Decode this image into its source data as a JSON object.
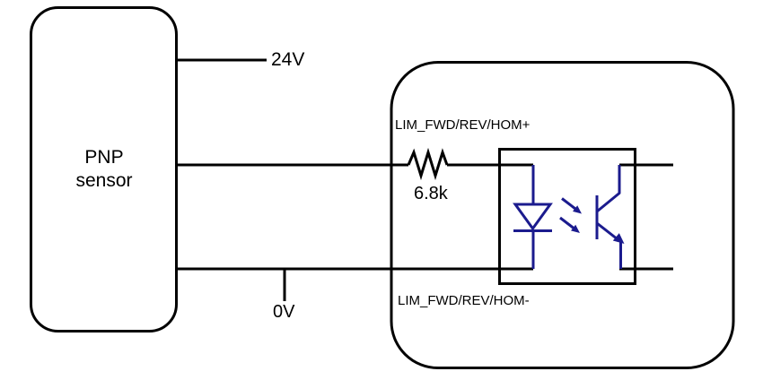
{
  "colors": {
    "bg": "#ffffff",
    "line": "#000000",
    "text": "#000000",
    "opto": "#1b1b8e"
  },
  "sensor_box": {
    "label_line1": "PNP",
    "label_line2": "sensor"
  },
  "nets": {
    "supply_label": "24V",
    "ground_label": "0V"
  },
  "resistor": {
    "value_label": "6.8k"
  },
  "signals": {
    "positive_label": "LIM_FWD/REV/HOM+",
    "negative_label": "LIM_FWD/REV/HOM-"
  },
  "icons": {
    "resistor": "zigzag-resistor-icon",
    "led": "led-diode-icon",
    "light_emission": "light-emission-arrows-icon",
    "phototransistor": "phototransistor-icon",
    "optocoupler": "optocoupler-box"
  }
}
